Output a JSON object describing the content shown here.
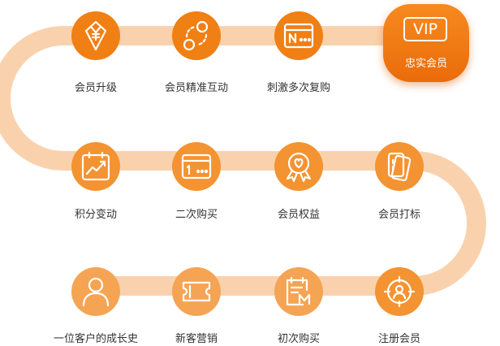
{
  "colors": {
    "track": "#f9d2ad",
    "orange_dark": "#f07f14",
    "orange_mid": "#f49331",
    "orange_light": "#f5a454",
    "label_text": "#333333"
  },
  "top_row": [
    {
      "label": "会员升级",
      "icon": "yen-tag-icon"
    },
    {
      "label": "会员精准互动",
      "icon": "interaction-circles-icon"
    },
    {
      "label": "刺激多次复购",
      "icon": "screen-n-icon"
    }
  ],
  "vip": {
    "badge": "VIP",
    "label": "忠实会员"
  },
  "middle_row": [
    {
      "label": "积分变动",
      "icon": "points-chart-icon"
    },
    {
      "label": "二次购买",
      "icon": "card-one-icon"
    },
    {
      "label": "会员权益",
      "icon": "heart-medal-icon"
    },
    {
      "label": "会员打标",
      "icon": "tag-mark-icon"
    }
  ],
  "bottom_row": [
    {
      "label": "一位客户的成长史",
      "icon": "person-icon"
    },
    {
      "label": "新客营销",
      "icon": "ticket-icon"
    },
    {
      "label": "初次购买",
      "icon": "receipt-icon"
    },
    {
      "label": "注册会员",
      "icon": "target-user-icon"
    }
  ]
}
